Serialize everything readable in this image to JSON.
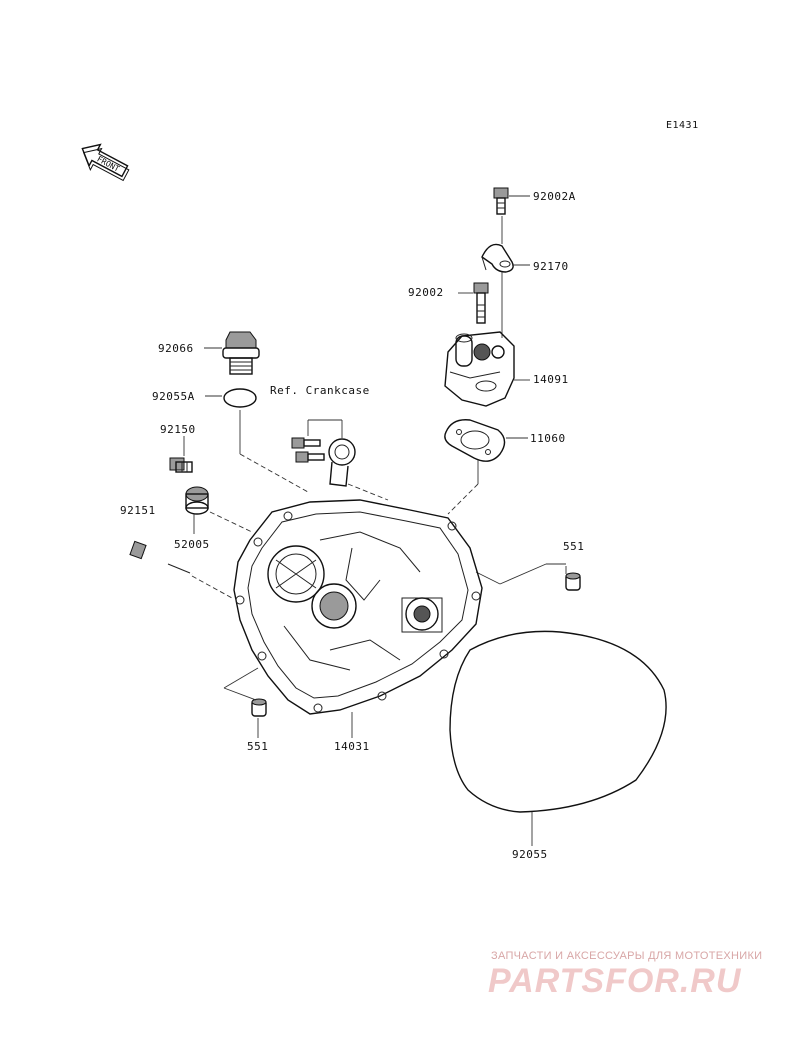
{
  "diagram_code": "E1431",
  "front_label": "FRONT",
  "reference_note": "Ref. Crankcase",
  "parts": {
    "p_92002A": "92002A",
    "p_92170": "92170",
    "p_92002": "92002",
    "p_14091": "14091",
    "p_92066": "92066",
    "p_92055A": "92055A",
    "p_11060": "11060",
    "p_92150": "92150",
    "p_92151": "92151",
    "p_52005": "52005",
    "p_551_right": "551",
    "p_551_left": "551",
    "p_14031": "14031",
    "p_92055": "92055"
  },
  "watermark": {
    "subtitle": "ЗАПЧАСТИ И АКСЕССУАРЫ ДЛЯ МОТОТЕХНИКИ",
    "brand": "PARTSFOR.RU",
    "color": "#e8a0a0"
  }
}
